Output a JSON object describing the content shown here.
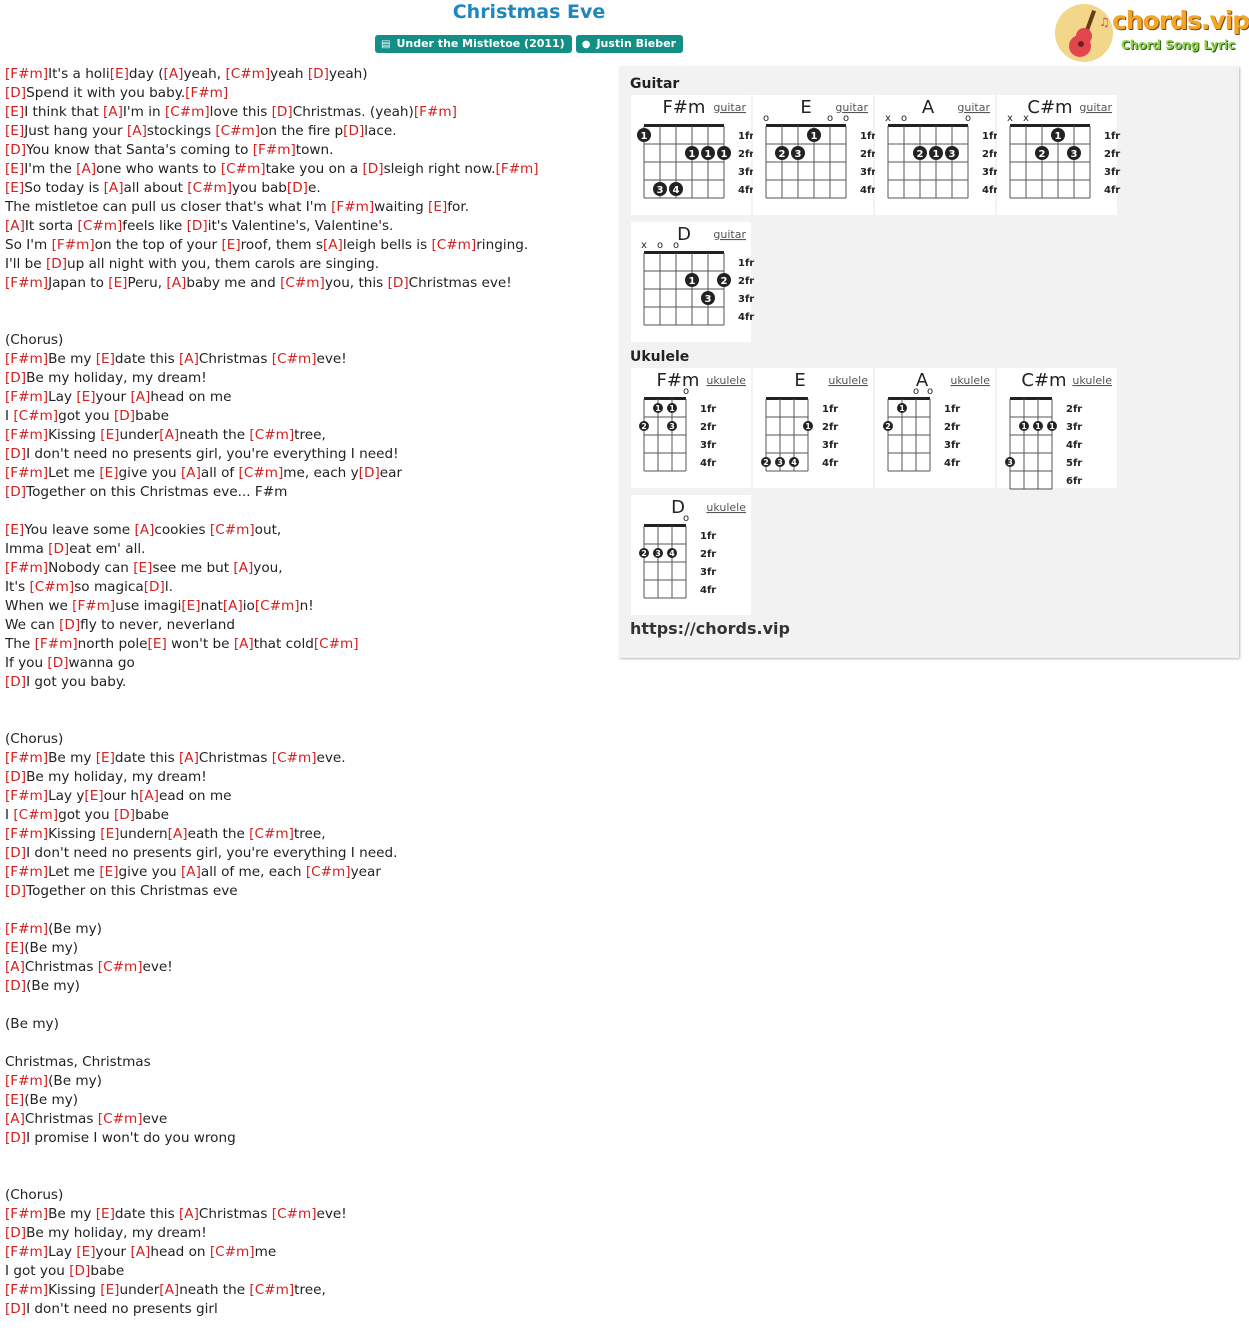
{
  "header": {
    "title": "Christmas Eve",
    "album_tag": "Under the Mistletoe (2011)",
    "artist_tag": "Justin Bieber",
    "logo_word": "chords.vip",
    "logo_sub": "Chord Song Lyric"
  },
  "lyrics": [
    "[F#m]It's a holi[E]day ([A]yeah, [C#m]yeah [D]yeah)",
    "[D]Spend it with you baby.[F#m]",
    "[E]I think that [A]I'm in [C#m]love this [D]Christmas. (yeah)[F#m]",
    "[E]Just hang your [A]stockings [C#m]on the fire p[D]lace.",
    "[D]You know that Santa's coming to [F#m]town.",
    "[E]I'm the [A]one who wants to [C#m]take you on a [D]sleigh right now.[F#m]",
    "[E]So today is [A]all about [C#m]you bab[D]e.",
    "The mistletoe can pull us closer that's what I'm [F#m]waiting [E]for.",
    "[A]It sorta [C#m]feels like [D]it's Valentine's, Valentine's.",
    "So I'm [F#m]on the top of your [E]roof, them s[A]leigh bells is [C#m]ringing.",
    "I'll be [D]up all night with you, them carols are singing.",
    "[F#m]Japan to [E]Peru, [A]baby me and [C#m]you, this [D]Christmas eve!",
    "",
    "",
    "(Chorus)",
    "[F#m]Be my [E]date this [A]Christmas [C#m]eve!",
    "[D]Be my holiday, my dream!",
    "[F#m]Lay [E]your [A]head on me",
    "I [C#m]got you [D]babe",
    "[F#m]Kissing [E]under[A]neath the [C#m]tree,",
    "[D]I don't need no presents girl, you're everything I need!",
    "[F#m]Let me [E]give you [A]all of [C#m]me, each y[D]ear",
    "[D]Together on this Christmas eve... F#m",
    "",
    "[E]You leave some [A]cookies [C#m]out,",
    "Imma [D]eat em' all.",
    "[F#m]Nobody can [E]see me but [A]you,",
    "It's [C#m]so magica[D]l.",
    "When we [F#m]use imagi[E]nat[A]io[C#m]n!",
    "We can [D]fly to never, neverland",
    "The [F#m]north pole[E] won't be [A]that cold[C#m]",
    "If you [D]wanna go",
    "[D]I got you baby.",
    "",
    "",
    "(Chorus)",
    "[F#m]Be my [E]date this [A]Christmas [C#m]eve.",
    "[D]Be my holiday, my dream!",
    "[F#m]Lay y[E]our h[A]ead on me",
    "I [C#m]got you [D]babe",
    "[F#m]Kissing [E]undern[A]eath the [C#m]tree,",
    "[D]I don't need no presents girl, you're everything I need.",
    "[F#m]Let me [E]give you [A]all of me, each [C#m]year",
    "[D]Together on this Christmas eve",
    "",
    "[F#m](Be my)",
    "[E](Be my)",
    "[A]Christmas [C#m]eve!",
    "[D](Be my)",
    "",
    "(Be my)",
    "",
    "Christmas, Christmas",
    "[F#m](Be my)",
    "[E](Be my)",
    "[A]Christmas [C#m]eve",
    "[D]I promise I won't do you wrong",
    "",
    "",
    "(Chorus)",
    "[F#m]Be my [E]date this [A]Christmas [C#m]eve!",
    "[D]Be my holiday, my dream!",
    "[F#m]Lay [E]your [A]head on [C#m]me",
    "I got you [D]babe",
    "[F#m]Kissing [E]under[A]neath the [C#m]tree,",
    "[D]I don't need no presents girl"
  ],
  "panel": {
    "guitar_heading": "Guitar",
    "ukulele_heading": "Ukulele",
    "url": "https://chords.vip"
  },
  "guitar_chords": [
    {
      "name": "F#m",
      "type": "guitar",
      "frets": [
        "1fr",
        "2fr",
        "3fr",
        "4fr"
      ],
      "marks": [
        "",
        "",
        "",
        "",
        "",
        ""
      ],
      "dots": [
        [
          1,
          1,
          "1"
        ],
        [
          4,
          2,
          "1"
        ],
        [
          5,
          2,
          "1"
        ],
        [
          6,
          2,
          "1"
        ],
        [
          2,
          4,
          "3"
        ],
        [
          3,
          4,
          "4"
        ]
      ]
    },
    {
      "name": "E",
      "type": "guitar",
      "frets": [
        "1fr",
        "2fr",
        "3fr",
        "4fr"
      ],
      "marks": [
        "o",
        "",
        "",
        "",
        "o",
        "o"
      ],
      "dots": [
        [
          4,
          1,
          "1"
        ],
        [
          2,
          2,
          "2"
        ],
        [
          3,
          2,
          "3"
        ]
      ]
    },
    {
      "name": "A",
      "type": "guitar",
      "frets": [
        "1fr",
        "2fr",
        "3fr",
        "4fr"
      ],
      "marks": [
        "x",
        "o",
        "",
        "",
        "",
        "o"
      ],
      "dots": [
        [
          3,
          2,
          "2"
        ],
        [
          4,
          2,
          "1"
        ],
        [
          5,
          2,
          "3"
        ]
      ]
    },
    {
      "name": "C#m",
      "type": "guitar",
      "frets": [
        "1fr",
        "2fr",
        "3fr",
        "4fr"
      ],
      "marks": [
        "x",
        "x",
        "",
        "",
        "",
        ""
      ],
      "dots": [
        [
          4,
          1,
          "1"
        ],
        [
          3,
          2,
          "2"
        ],
        [
          5,
          2,
          "3"
        ]
      ]
    },
    {
      "name": "D",
      "type": "guitar",
      "frets": [
        "1fr",
        "2fr",
        "3fr",
        "4fr"
      ],
      "marks": [
        "x",
        "o",
        "o",
        "",
        "",
        ""
      ],
      "dots": [
        [
          4,
          2,
          "1"
        ],
        [
          6,
          2,
          "2"
        ],
        [
          5,
          3,
          "3"
        ]
      ]
    }
  ],
  "ukulele_chords": [
    {
      "name": "F#m",
      "type": "ukulele",
      "frets": [
        "1fr",
        "2fr",
        "3fr",
        "4fr"
      ],
      "marks": [
        "",
        "",
        "",
        "o"
      ],
      "dots": [
        [
          2,
          1,
          "1"
        ],
        [
          3,
          1,
          "1"
        ],
        [
          1,
          2,
          "2"
        ],
        [
          3,
          2,
          "3"
        ]
      ]
    },
    {
      "name": "E",
      "type": "ukulele",
      "frets": [
        "1fr",
        "2fr",
        "3fr",
        "4fr"
      ],
      "marks": [
        "",
        "",
        "",
        ""
      ],
      "dots": [
        [
          4,
          2,
          "1"
        ],
        [
          1,
          4,
          "2"
        ],
        [
          2,
          4,
          "3"
        ],
        [
          3,
          4,
          "4"
        ]
      ]
    },
    {
      "name": "A",
      "type": "ukulele",
      "frets": [
        "1fr",
        "2fr",
        "3fr",
        "4fr"
      ],
      "marks": [
        "",
        "",
        "o",
        "o"
      ],
      "dots": [
        [
          2,
          1,
          "1"
        ],
        [
          1,
          2,
          "2"
        ]
      ]
    },
    {
      "name": "C#m",
      "type": "ukulele",
      "frets": [
        "2fr",
        "3fr",
        "4fr",
        "5fr",
        "6fr"
      ],
      "marks": [
        "",
        "",
        "",
        ""
      ],
      "dots": [
        [
          2,
          2,
          "1"
        ],
        [
          3,
          2,
          "1"
        ],
        [
          4,
          2,
          "1"
        ],
        [
          1,
          4,
          "3"
        ]
      ]
    },
    {
      "name": "D",
      "type": "ukulele",
      "frets": [
        "1fr",
        "2fr",
        "3fr",
        "4fr"
      ],
      "marks": [
        "",
        "",
        "",
        "o"
      ],
      "dots": [
        [
          1,
          2,
          "2"
        ],
        [
          2,
          2,
          "3"
        ],
        [
          3,
          2,
          "4"
        ]
      ]
    }
  ]
}
